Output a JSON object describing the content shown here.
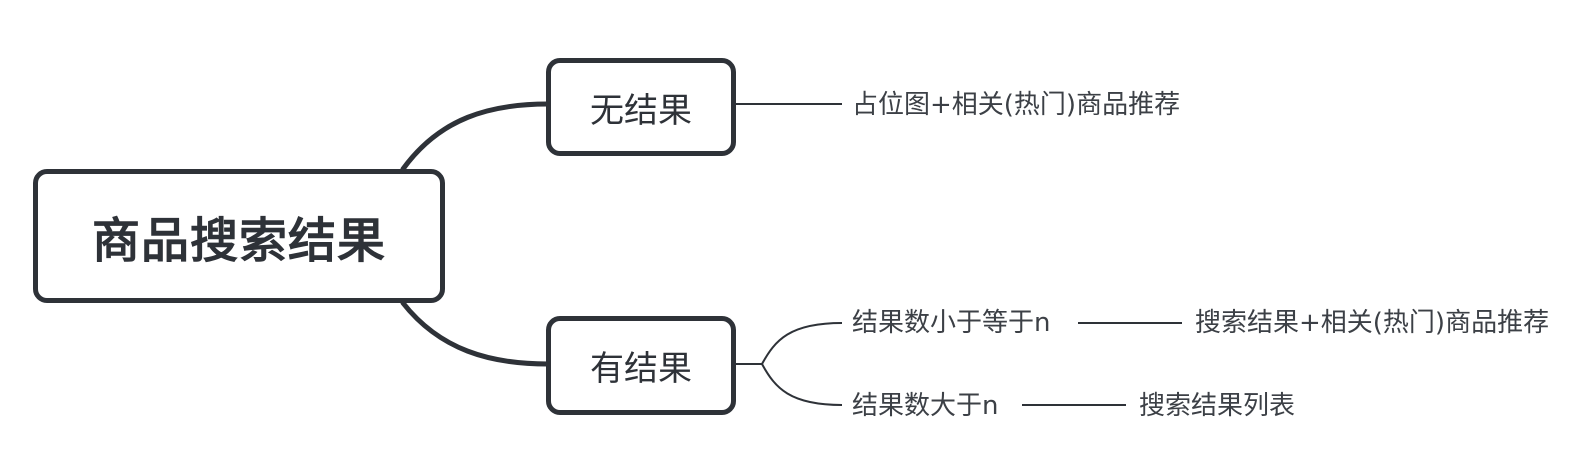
{
  "root": {
    "label": "商品搜索结果"
  },
  "branches": [
    {
      "label": "无结果",
      "children": [
        {
          "label": "占位图+相关(热门)商品推荐"
        }
      ]
    },
    {
      "label": "有结果",
      "children": [
        {
          "label": "结果数小于等于n",
          "result": "搜索结果+相关(热门)商品推荐"
        },
        {
          "label": "结果数大于n",
          "result": "搜索结果列表"
        }
      ]
    }
  ],
  "colors": {
    "stroke": "#2e3238",
    "text": "#2e3238",
    "leaf_text": "#3c4046",
    "background": "#ffffff"
  }
}
